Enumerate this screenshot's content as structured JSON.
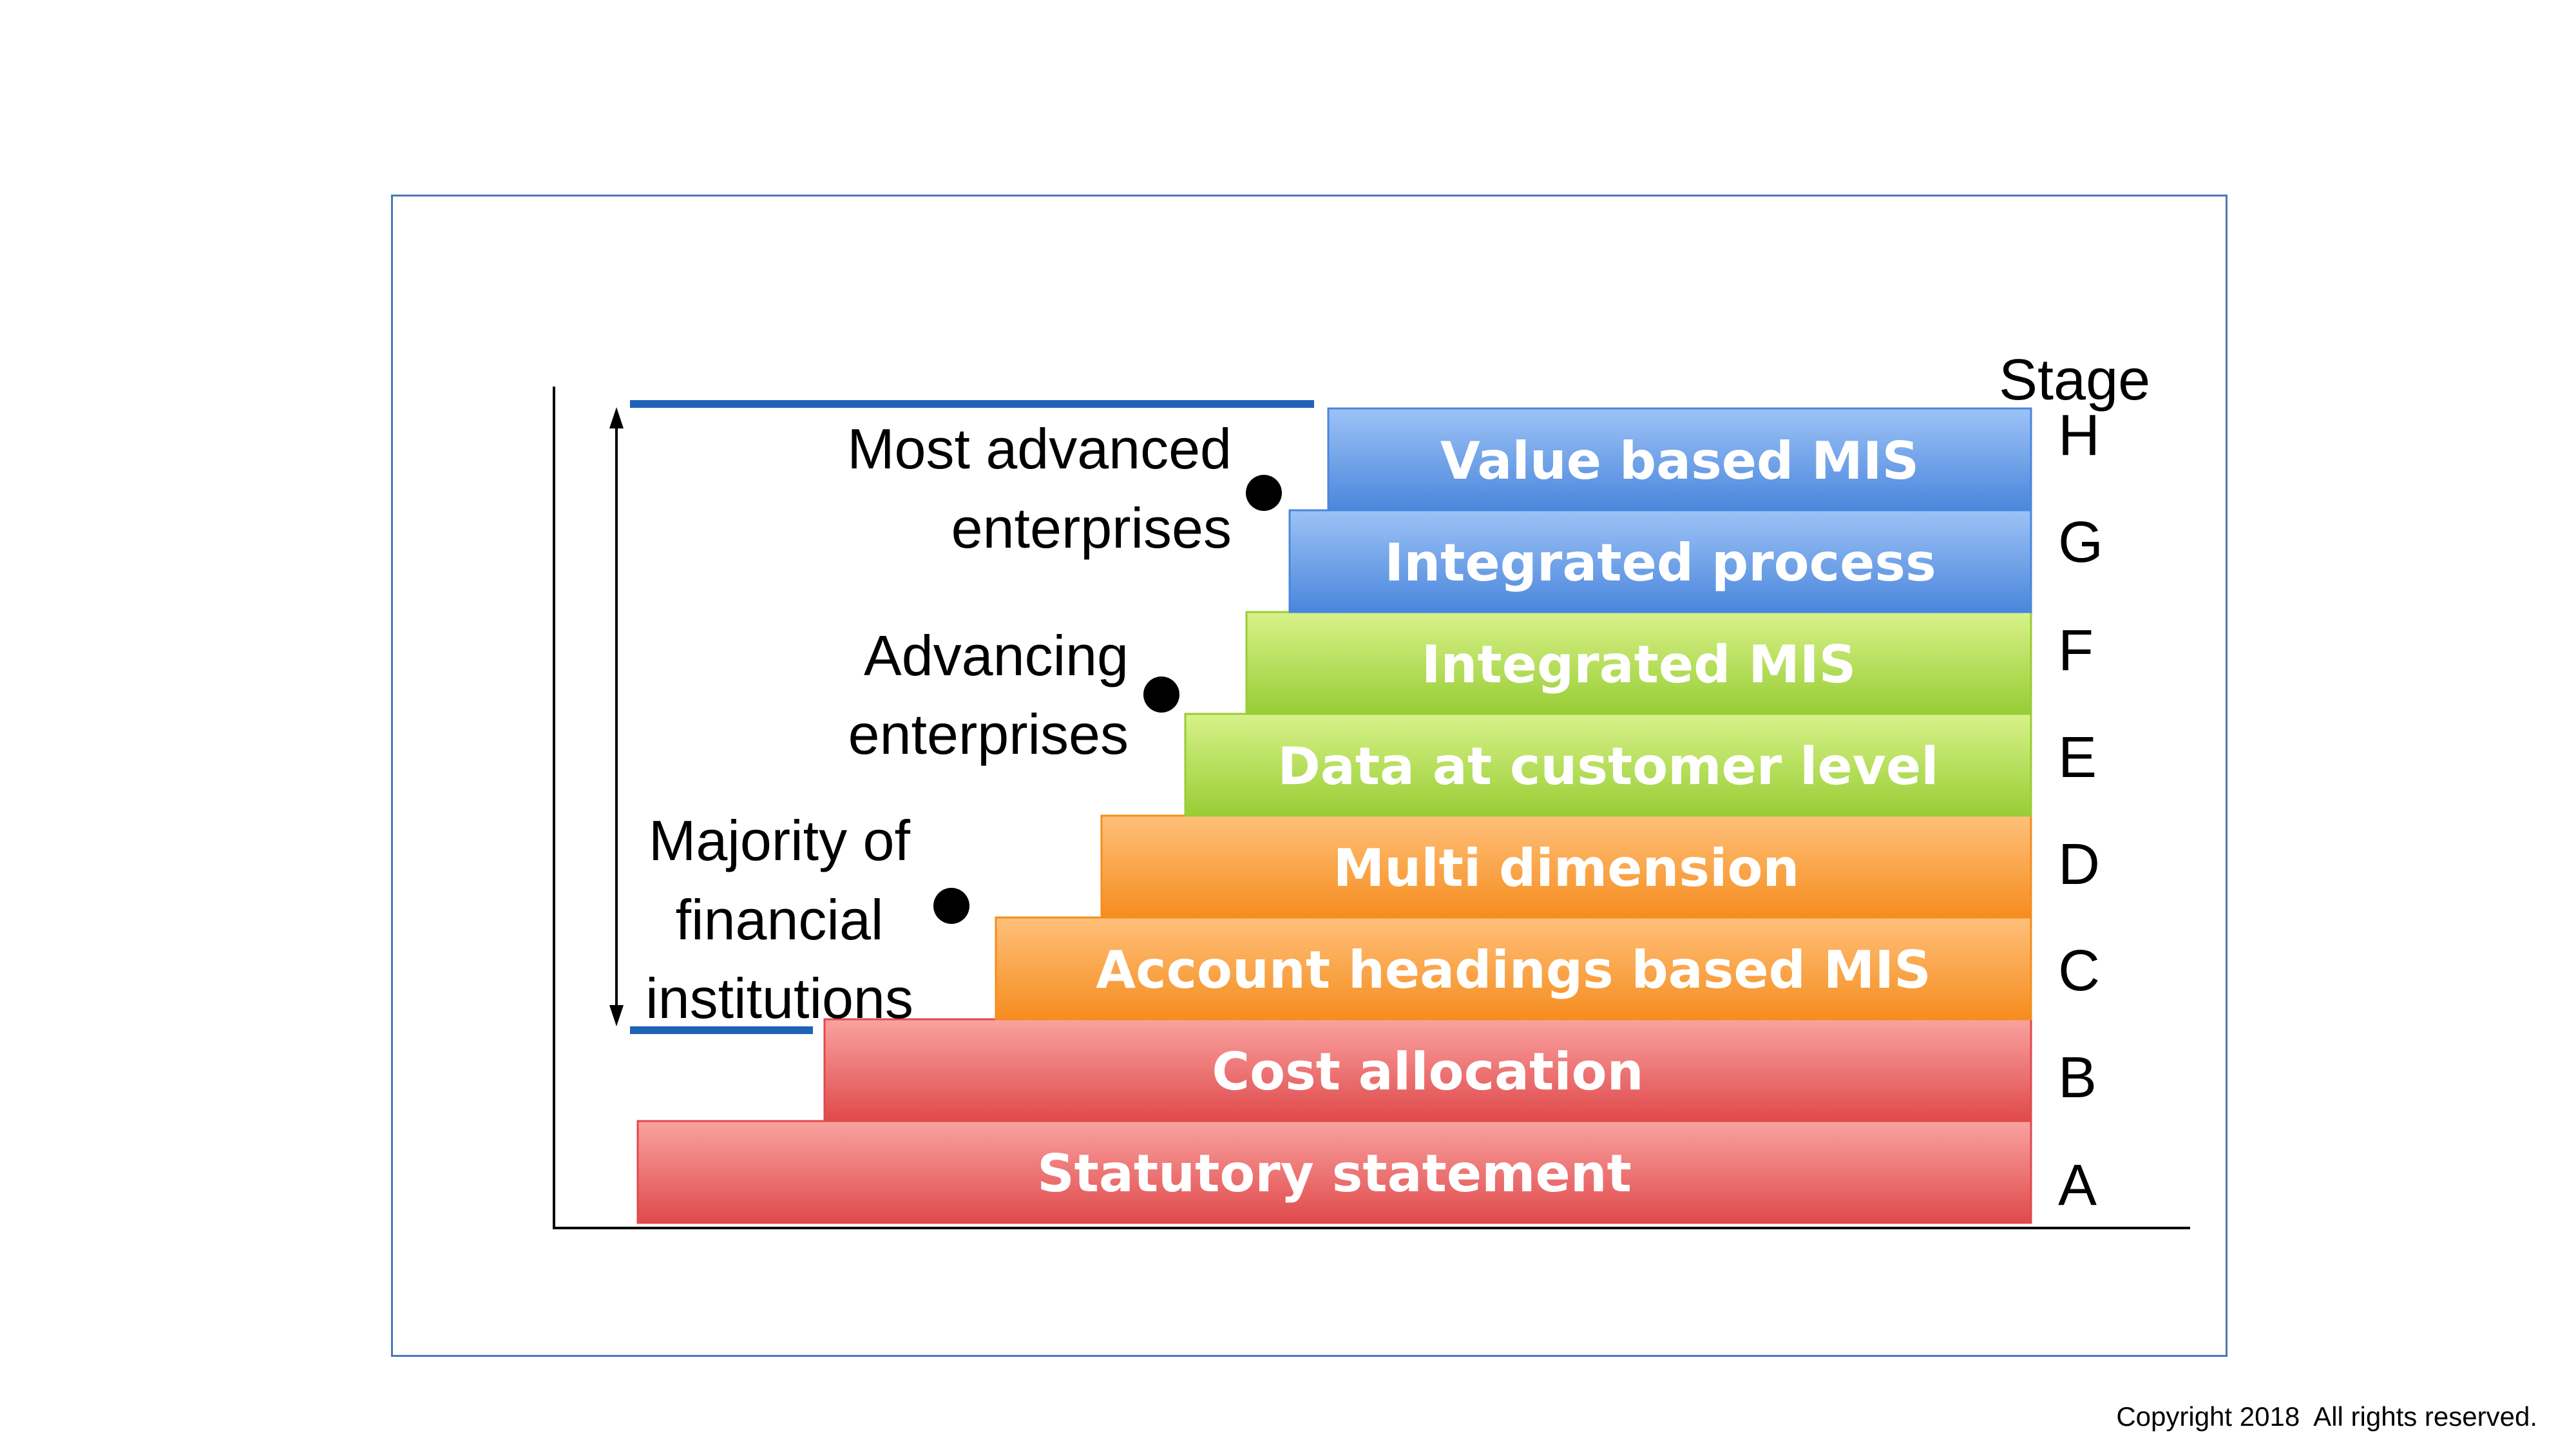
{
  "diagram": {
    "stage_header": "Stage",
    "steps": [
      {
        "stage": "A",
        "label": "Statutory statement",
        "color_top": "#f9a3a0",
        "color_bottom": "#e0494b"
      },
      {
        "stage": "B",
        "label": "Cost allocation",
        "color_top": "#f9a3a0",
        "color_bottom": "#e0494b"
      },
      {
        "stage": "C",
        "label": "Account headings based MIS",
        "color_top": "#ffc07a",
        "color_bottom": "#f58d1f"
      },
      {
        "stage": "D",
        "label": "Multi dimension",
        "color_top": "#ffc07a",
        "color_bottom": "#f58d1f"
      },
      {
        "stage": "E",
        "label": "Data at customer level",
        "color_top": "#d8f28a",
        "color_bottom": "#98cd35"
      },
      {
        "stage": "F",
        "label": "Integrated MIS",
        "color_top": "#d8f28a",
        "color_bottom": "#98cd35"
      },
      {
        "stage": "G",
        "label": "Integrated process",
        "color_top": "#9dc3f6",
        "color_bottom": "#4a86dc"
      },
      {
        "stage": "H",
        "label": "Value based MIS",
        "color_top": "#9dc3f6",
        "color_bottom": "#4a86dc"
      }
    ],
    "groups": [
      {
        "lines": [
          "Most advanced",
          "enterprises"
        ]
      },
      {
        "lines": [
          "Advancing",
          "enterprises"
        ]
      },
      {
        "lines": [
          "Majority of",
          "financial",
          "institutions"
        ]
      }
    ],
    "accent_color": "#1f63b8"
  },
  "footer": {
    "copyright": "Copyright 2018  All rights reserved."
  }
}
